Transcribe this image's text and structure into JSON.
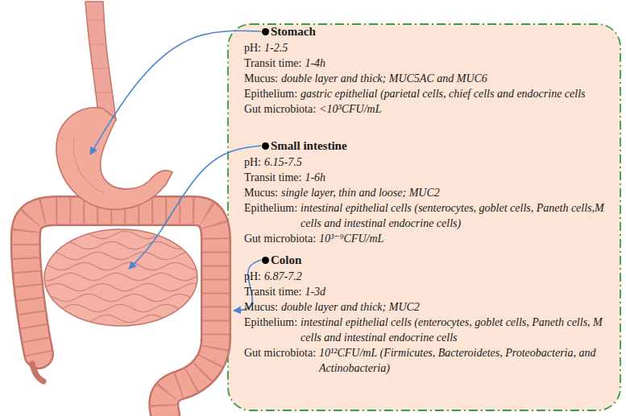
{
  "diagram": {
    "nodes": [
      {
        "text": [
          "Stomach",
          "pH:",
          "1-2.5",
          "Transit time:",
          "1-4h",
          "Mucus:",
          "double layer and thick; MUC5AC and MUC6",
          "Epithelium:",
          "gastric epithelial (parietal cells, chief cells and endocrine cells",
          "Gut microbiota:",
          "<10³CFU/mL"
        ]
      },
      {
        "text": [
          "Small intestine",
          "pH:",
          "6.15-7.5",
          "Transit time:",
          "1-6h",
          "Mucus:",
          "single layer, thin and loose; MUC2",
          "Epithelium:",
          "intestinal epithelial cells (senterocytes, goblet cells, Paneth cells,M cells and intestinal endocrine cells)",
          "Gut microbiota:",
          "10³⁻⁹CFU/mL"
        ]
      },
      {
        "text": [
          "Colon",
          "pH:",
          "6.87-7.2",
          "Transit time:",
          "1-3d",
          "Mucus:",
          "double layer and thick; MUC2",
          "Epithelium:",
          "intestinal epithelial cells (enterocytes, goblet cells, Paneth cells, M cells and intestinal endocrine cells",
          "Gut microbiota:",
          "10¹²CFU/mL (Firmicutes, Bacteroidetes, Proteobacteria, and Actinobacteria)"
        ]
      }
    ]
  }
}
